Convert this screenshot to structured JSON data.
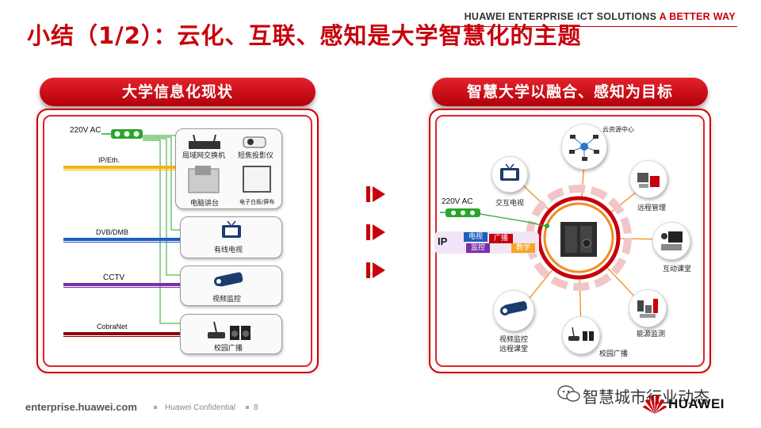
{
  "header": {
    "tagline_main": "HUAWEI ENTERPRISE ICT SOLUTIONS",
    "tagline_accent": "A BETTER WAY",
    "title": "小结（1/2）：云化、互联、感知是大学智慧化的主题"
  },
  "left_panel": {
    "heading": "大学信息化现状",
    "line_labels": {
      "ac": "220V AC",
      "ip": "IP/Eth.",
      "dvb": "DVB/DMB",
      "cctv": "CCTV",
      "cobranet": "CobraNet"
    },
    "devices": {
      "lan_switch": "局域网交换机",
      "projector": "短焦投影仪",
      "podium": "电脑讲台",
      "whiteboard": "电子白板/屏布",
      "tv": "有线电视",
      "video": "视频监控",
      "broadcast": "校园广播"
    }
  },
  "right_panel": {
    "heading": "智慧大学以融合、感知为目标",
    "ac_label": "220V AC",
    "ip_label": "IP",
    "ip_tags": [
      "电视",
      "广播",
      "监控",
      "教学"
    ],
    "nodes": {
      "cloud": "云资源中心",
      "tv": "交互电视",
      "remote": "远程管理",
      "classroom": "互动课堂",
      "energy": "能源监测",
      "broadcast": "校园广播",
      "video_line1": "视频监控",
      "video_line2": "远程课堂"
    }
  },
  "footer": {
    "site": "enterprise.huawei.com",
    "confidential": "Huawei Confidential",
    "page": "8",
    "watermark": "智慧城市行业动态",
    "brand": "HUAWEI"
  },
  "colors": {
    "brand_red": "#c7000b",
    "ip_yellow": "#f5b400",
    "dvb_blue": "#1f5fbf",
    "cctv_purple": "#7a2fa8",
    "cobranet_red": "#8e0000",
    "power_green": "#2aa52a"
  }
}
